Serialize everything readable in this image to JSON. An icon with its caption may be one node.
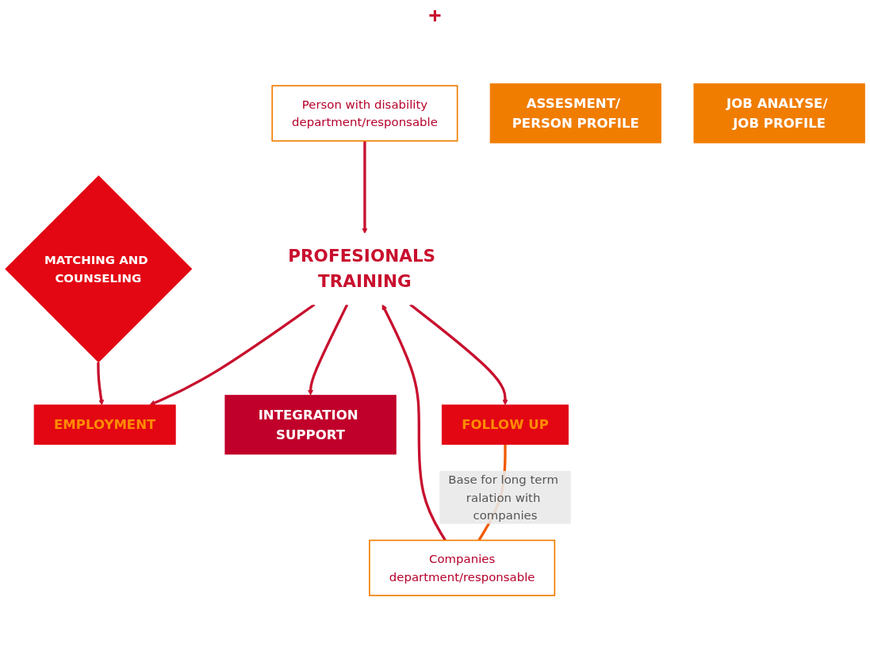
{
  "diagram": {
    "nodes": [
      {
        "text": [
          "PROFESIONALS TRAINING"
        ]
      },
      {
        "text": [
          "Person with disability",
          "department/responsable"
        ]
      },
      {
        "text": [
          "Companies",
          "department/responsable"
        ]
      },
      {
        "text": [
          "MATCHING AND COUNSELING"
        ]
      },
      {
        "text": [
          "ASSESMENT/ PERSON PROFILE"
        ]
      },
      {
        "text": [
          "JOB ANALYSE/ JOB PROFILE"
        ]
      },
      {
        "text": [
          "EMPLOYMENT"
        ]
      },
      {
        "text": [
          "INTEGRATION SUPPORT"
        ]
      },
      {
        "text": [
          "FOLLOW UP"
        ]
      }
    ],
    "edges": [
      {
        "from": 1,
        "to": 0,
        "arrow": "to"
      },
      {
        "from": 2,
        "to": 0,
        "arrow": "to"
      },
      {
        "from": 0,
        "to": 6,
        "arrow": "to"
      },
      {
        "from": 0,
        "to": 7,
        "arrow": "to"
      },
      {
        "from": 0,
        "to": 8,
        "arrow": "to"
      },
      {
        "from": 3,
        "to": 6,
        "arrow": "to"
      },
      {
        "from": 8,
        "to": 2,
        "arrow": "none",
        "label": "Base for long term ralation with companies",
        "color": "#f05a00"
      }
    ],
    "labels": [
      "+"
    ]
  }
}
